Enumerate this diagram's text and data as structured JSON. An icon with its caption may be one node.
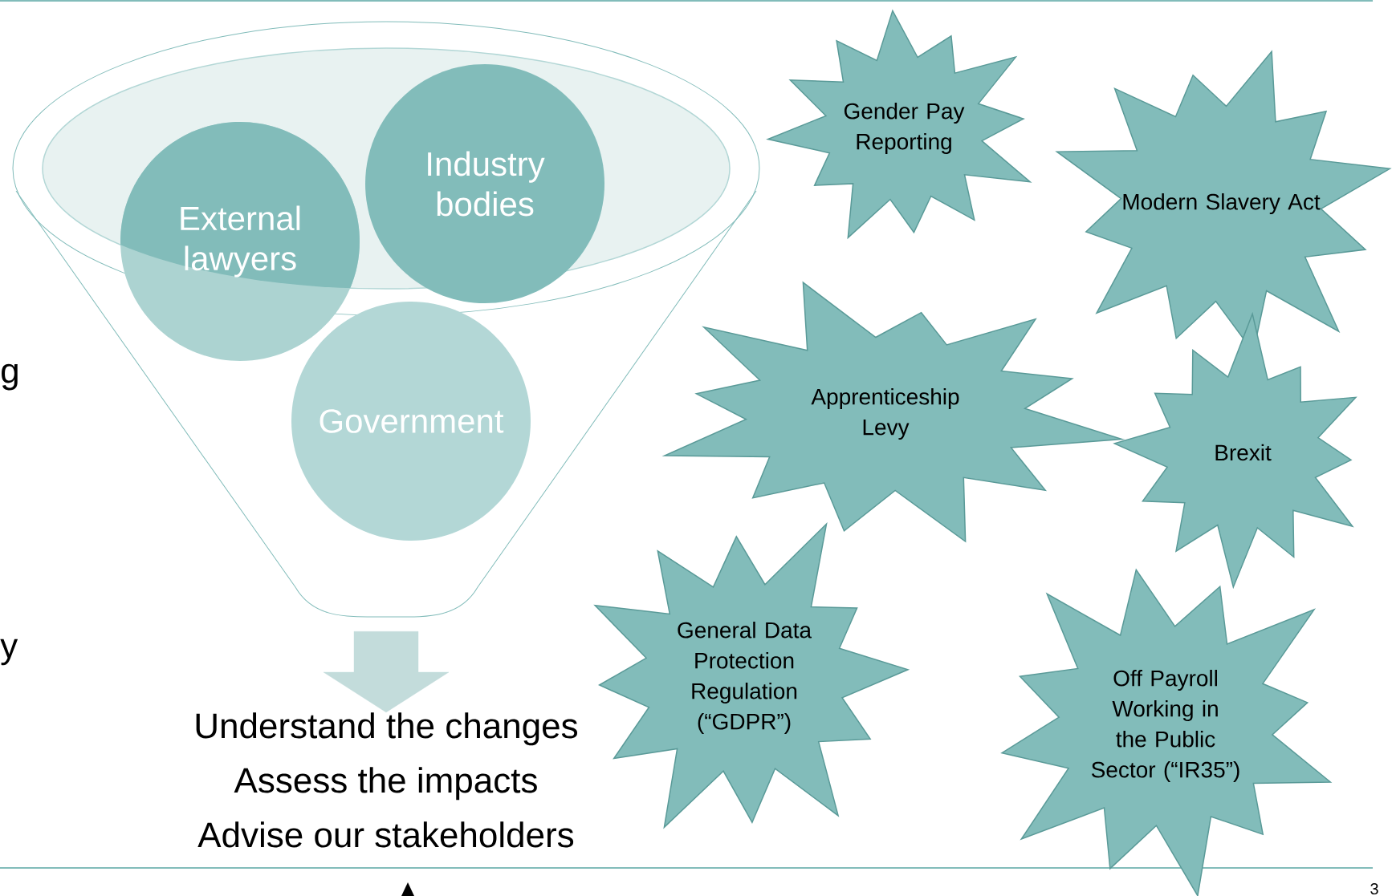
{
  "diagram": {
    "nodes": [
      {
        "text": [],
        "shape": "funnel"
      },
      {
        "text": [
          "External lawyers"
        ],
        "in": 0
      },
      {
        "text": [
          "Industry bodies"
        ],
        "in": 0
      },
      {
        "text": [
          "Government"
        ],
        "in": 0
      },
      {
        "text": [
          "Understand the changes",
          "Assess the impacts",
          "Advise our stakeholders"
        ]
      },
      {
        "text": [
          "Gender Pay Reporting"
        ]
      },
      {
        "text": [
          "Modern Slavery Act"
        ]
      },
      {
        "text": [
          "Apprenticeship Levy"
        ]
      },
      {
        "text": [
          "Brexit"
        ]
      },
      {
        "text": [
          "General Data Protection Regulation (“GDPR”)"
        ]
      },
      {
        "text": [
          "Off Payroll Working in the Public Sector (“IR35”)"
        ]
      }
    ],
    "edges": [
      {
        "from": 0,
        "to": 4,
        "arrow": "to",
        "style": "thick",
        "color": "#c3dcdb"
      }
    ],
    "labels": [
      "g",
      "y",
      "3"
    ]
  }
}
